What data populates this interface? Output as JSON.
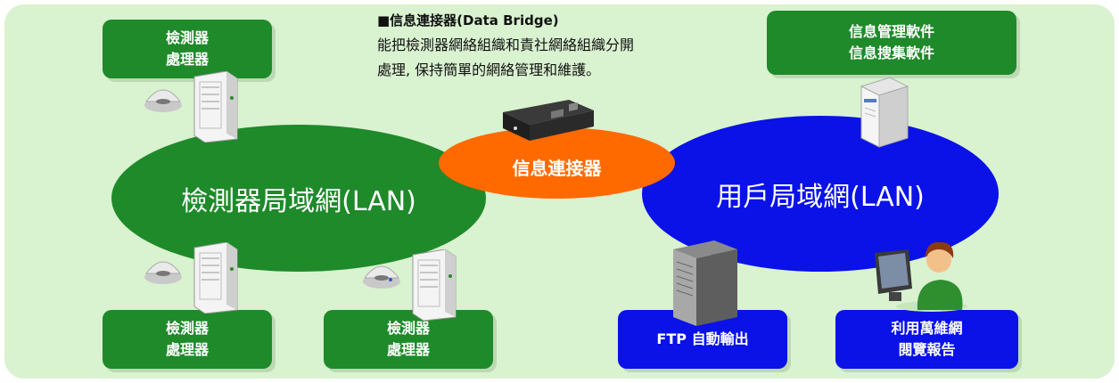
{
  "info": {
    "title": "■信息連接器(Data Bridge)",
    "line1": "能把檢測器網絡組織和責社網絡組織分開",
    "line2": "處理, 保持簡單的網絡管理和維護。"
  },
  "boxes": {
    "top_left": [
      "檢測器",
      "處理器"
    ],
    "bottom_left": [
      "檢測器",
      "處理器"
    ],
    "bottom_mid": [
      "檢測器",
      "處理器"
    ],
    "top_right": [
      "信息管理軟件",
      "信息搜集軟件"
    ],
    "ftp": "FTP 自動輸出",
    "web": [
      "利用萬維網",
      "閱覽報告"
    ]
  },
  "ellipses": {
    "detector_lan": "檢測器局域網(LAN)",
    "bridge": "信息連接器",
    "user_lan": "用戶局域網(LAN)"
  },
  "colors": {
    "panel": "#d9f2d0",
    "green": "#1e8a2a",
    "blue": "#0a12e8",
    "orange": "#ff6a00"
  }
}
